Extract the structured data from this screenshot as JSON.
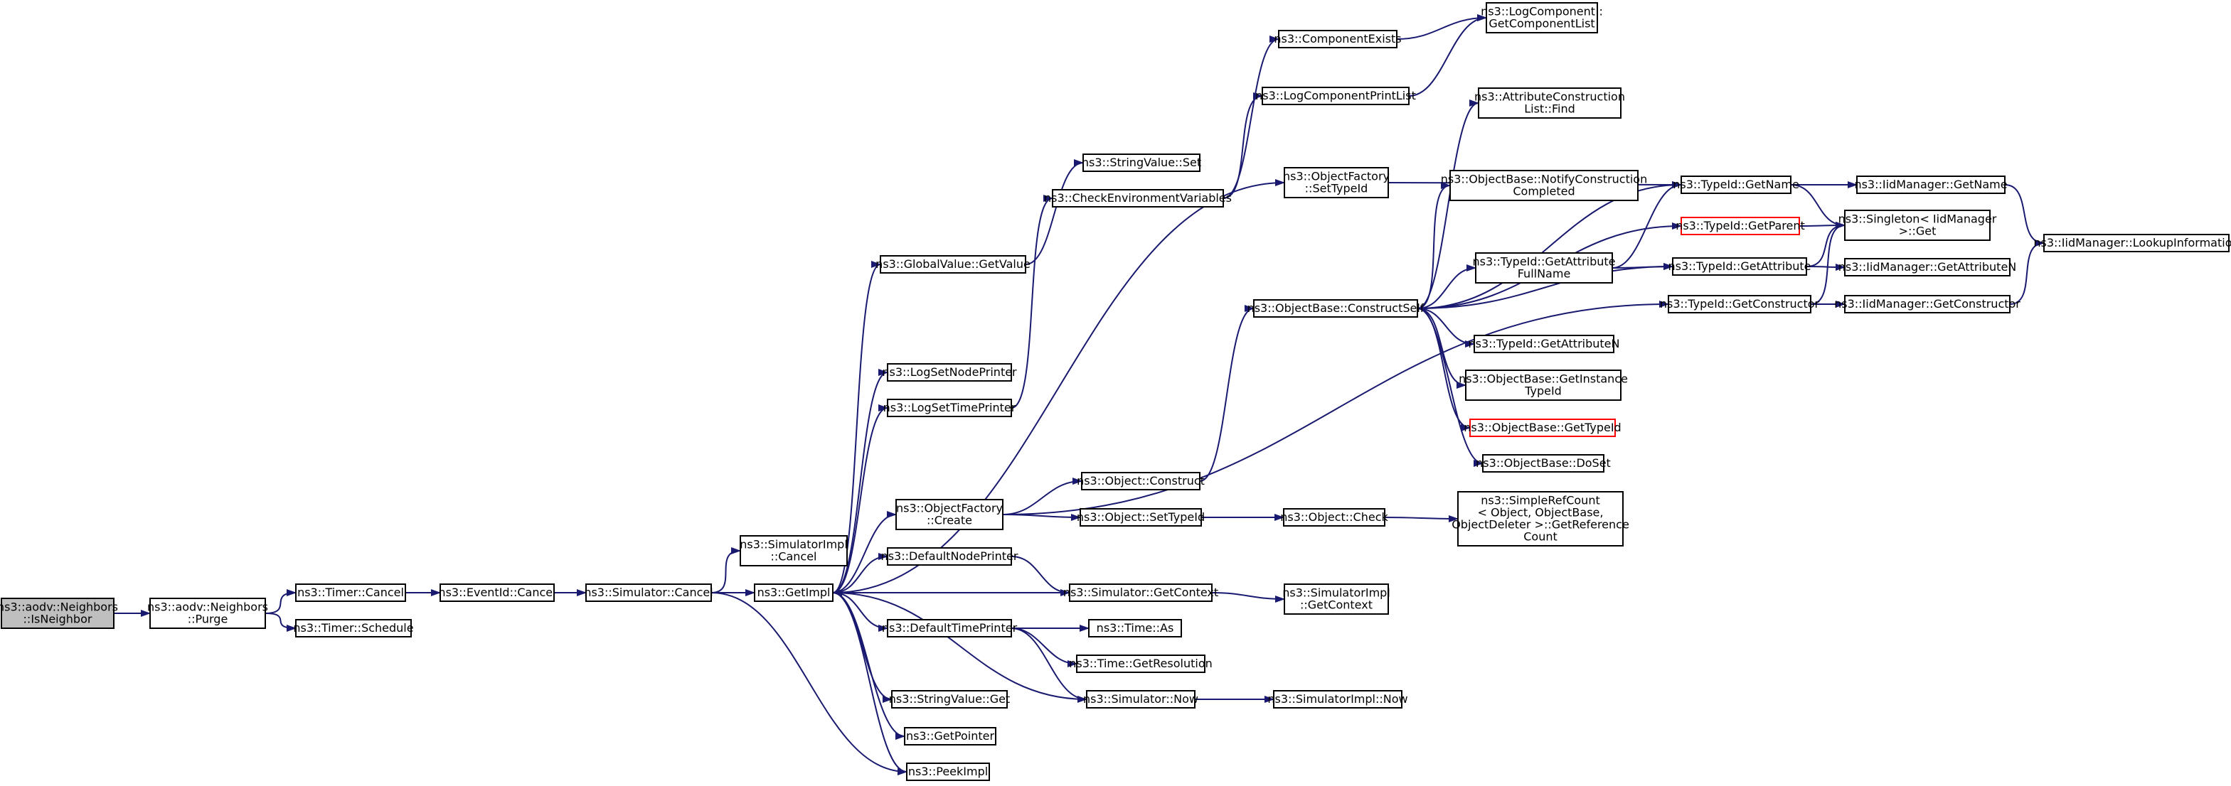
{
  "diagram": {
    "title": "",
    "colors": {
      "edge": "#191970",
      "root_fill": "#bfbfbf",
      "node_border": "#000000",
      "truncated_border": "#ff0000",
      "background": "#ffffff"
    },
    "nodes": [
      {
        "id": "isneighbor",
        "lines": [
          "ns3::aodv::Neighbors",
          "::IsNeighbor"
        ],
        "style": "root"
      },
      {
        "id": "purge",
        "lines": [
          "ns3::aodv::Neighbors",
          "::Purge"
        ]
      },
      {
        "id": "timer_cancel",
        "lines": [
          "ns3::Timer::Cancel"
        ]
      },
      {
        "id": "timer_schedule",
        "lines": [
          "ns3::Timer::Schedule"
        ]
      },
      {
        "id": "eventid_cancel",
        "lines": [
          "ns3::EventId::Cancel"
        ]
      },
      {
        "id": "sim_cancel",
        "lines": [
          "ns3::Simulator::Cancel"
        ]
      },
      {
        "id": "simimpl_cancel",
        "lines": [
          "ns3::SimulatorImpl",
          "::Cancel"
        ]
      },
      {
        "id": "getimpl",
        "lines": [
          "ns3::GetImpl"
        ]
      },
      {
        "id": "globalvalue_getvalue",
        "lines": [
          "ns3::GlobalValue::GetValue"
        ]
      },
      {
        "id": "logsetnodeprinter",
        "lines": [
          "ns3::LogSetNodePrinter"
        ]
      },
      {
        "id": "logsettimeprinter",
        "lines": [
          "ns3::LogSetTimePrinter"
        ]
      },
      {
        "id": "objfactory_create",
        "lines": [
          "ns3::ObjectFactory",
          "::Create"
        ]
      },
      {
        "id": "defaultnodeprinter",
        "lines": [
          "ns3::DefaultNodePrinter"
        ]
      },
      {
        "id": "defaulttimeprinter",
        "lines": [
          "ns3::DefaultTimePrinter"
        ]
      },
      {
        "id": "stringvalue_get",
        "lines": [
          "ns3::StringValue::Get"
        ]
      },
      {
        "id": "getpointer",
        "lines": [
          "ns3::GetPointer"
        ]
      },
      {
        "id": "peekimpl",
        "lines": [
          "ns3::PeekImpl"
        ]
      },
      {
        "id": "stringvalue_set",
        "lines": [
          "ns3::StringValue::Set"
        ]
      },
      {
        "id": "checkenv",
        "lines": [
          "ns3::CheckEnvironmentVariables"
        ]
      },
      {
        "id": "object_construct",
        "lines": [
          "ns3::Object::Construct"
        ]
      },
      {
        "id": "object_settypeid",
        "lines": [
          "ns3::Object::SetTypeId"
        ]
      },
      {
        "id": "sim_getcontext",
        "lines": [
          "ns3::Simulator::GetContext"
        ]
      },
      {
        "id": "time_as",
        "lines": [
          "ns3::Time::As"
        ]
      },
      {
        "id": "time_getresolution",
        "lines": [
          "ns3::Time::GetResolution"
        ]
      },
      {
        "id": "sim_now",
        "lines": [
          "ns3::Simulator::Now"
        ]
      },
      {
        "id": "componentexists",
        "lines": [
          "ns3::ComponentExists"
        ]
      },
      {
        "id": "logcomponentprintlist",
        "lines": [
          "ns3::LogComponentPrintList"
        ]
      },
      {
        "id": "objfactory_settypeid",
        "lines": [
          "ns3::ObjectFactory",
          "::SetTypeId"
        ]
      },
      {
        "id": "objbase_constructself",
        "lines": [
          "ns3::ObjectBase::ConstructSelf"
        ]
      },
      {
        "id": "object_check",
        "lines": [
          "ns3::Object::Check"
        ]
      },
      {
        "id": "simimpl_getcontext",
        "lines": [
          "ns3::SimulatorImpl",
          "::GetContext"
        ]
      },
      {
        "id": "simimpl_now",
        "lines": [
          "ns3::SimulatorImpl::Now"
        ]
      },
      {
        "id": "logcomponent_getlist",
        "lines": [
          "ns3::LogComponent::",
          "GetComponentList"
        ]
      },
      {
        "id": "attrconstruction_find",
        "lines": [
          "ns3::AttributeConstruction",
          "List::Find"
        ]
      },
      {
        "id": "objbase_notify",
        "lines": [
          "ns3::ObjectBase::NotifyConstruction",
          "Completed"
        ]
      },
      {
        "id": "typeid_getattrfullname",
        "lines": [
          "ns3::TypeId::GetAttribute",
          "FullName"
        ]
      },
      {
        "id": "typeid_getattributen",
        "lines": [
          "ns3::TypeId::GetAttributeN"
        ]
      },
      {
        "id": "objbase_getinstancetypeid",
        "lines": [
          "ns3::ObjectBase::GetInstance",
          "TypeId"
        ]
      },
      {
        "id": "objbase_gettypeid",
        "lines": [
          "ns3::ObjectBase::GetTypeId"
        ],
        "style": "truncated"
      },
      {
        "id": "objbase_doset",
        "lines": [
          "ns3::ObjectBase::DoSet"
        ]
      },
      {
        "id": "simplerefcount",
        "lines": [
          "ns3::SimpleRefCount",
          "< Object, ObjectBase,",
          " ObjectDeleter >::GetReference",
          "Count"
        ]
      },
      {
        "id": "typeid_getname",
        "lines": [
          "ns3::TypeId::GetName"
        ]
      },
      {
        "id": "typeid_getparent",
        "lines": [
          "ns3::TypeId::GetParent"
        ],
        "style": "truncated"
      },
      {
        "id": "typeid_getattribute",
        "lines": [
          "ns3::TypeId::GetAttribute"
        ]
      },
      {
        "id": "typeid_getconstructor",
        "lines": [
          "ns3::TypeId::GetConstructor"
        ]
      },
      {
        "id": "iidmgr_getname",
        "lines": [
          "ns3::IidManager::GetName"
        ]
      },
      {
        "id": "singleton_get",
        "lines": [
          "ns3::Singleton< IidManager",
          " >::Get"
        ]
      },
      {
        "id": "iidmgr_getattributen",
        "lines": [
          "ns3::IidManager::GetAttributeN"
        ]
      },
      {
        "id": "iidmgr_getconstructor",
        "lines": [
          "ns3::IidManager::GetConstructor"
        ]
      },
      {
        "id": "iidmgr_lookup",
        "lines": [
          "ns3::IidManager::LookupInformation"
        ]
      }
    ],
    "edges": [
      [
        "isneighbor",
        "purge"
      ],
      [
        "purge",
        "timer_cancel"
      ],
      [
        "purge",
        "timer_schedule"
      ],
      [
        "timer_cancel",
        "eventid_cancel"
      ],
      [
        "eventid_cancel",
        "sim_cancel"
      ],
      [
        "sim_cancel",
        "simimpl_cancel"
      ],
      [
        "sim_cancel",
        "getimpl"
      ],
      [
        "sim_cancel",
        "peekimpl"
      ],
      [
        "getimpl",
        "globalvalue_getvalue"
      ],
      [
        "getimpl",
        "logsetnodeprinter"
      ],
      [
        "getimpl",
        "logsettimeprinter"
      ],
      [
        "getimpl",
        "objfactory_settypeid"
      ],
      [
        "getimpl",
        "objfactory_create"
      ],
      [
        "getimpl",
        "defaultnodeprinter"
      ],
      [
        "getimpl",
        "defaulttimeprinter"
      ],
      [
        "getimpl",
        "stringvalue_get"
      ],
      [
        "getimpl",
        "getpointer"
      ],
      [
        "getimpl",
        "peekimpl"
      ],
      [
        "globalvalue_getvalue",
        "stringvalue_set"
      ],
      [
        "logsettimeprinter",
        "checkenv"
      ],
      [
        "checkenv",
        "componentexists"
      ],
      [
        "checkenv",
        "logcomponentprintlist"
      ],
      [
        "componentexists",
        "logcomponent_getlist"
      ],
      [
        "logcomponentprintlist",
        "logcomponent_getlist"
      ],
      [
        "objfactory_settypeid",
        "typeid_getname"
      ],
      [
        "objfactory_create",
        "object_construct"
      ],
      [
        "objfactory_create",
        "object_settypeid"
      ],
      [
        "objfactory_create",
        "typeid_getconstructor"
      ],
      [
        "object_construct",
        "objbase_constructself"
      ],
      [
        "object_settypeid",
        "object_check"
      ],
      [
        "object_check",
        "simplerefcount"
      ],
      [
        "defaultnodeprinter",
        "sim_getcontext"
      ],
      [
        "sim_getcontext",
        "getimpl"
      ],
      [
        "sim_getcontext",
        "simimpl_getcontext"
      ],
      [
        "defaulttimeprinter",
        "time_as"
      ],
      [
        "defaulttimeprinter",
        "time_getresolution"
      ],
      [
        "defaulttimeprinter",
        "sim_now"
      ],
      [
        "sim_now",
        "getimpl"
      ],
      [
        "sim_now",
        "simimpl_now"
      ],
      [
        "objbase_constructself",
        "attrconstruction_find"
      ],
      [
        "objbase_constructself",
        "typeid_getname"
      ],
      [
        "objbase_constructself",
        "objbase_notify"
      ],
      [
        "objbase_constructself",
        "typeid_getparent"
      ],
      [
        "objbase_constructself",
        "typeid_getattrfullname"
      ],
      [
        "objbase_constructself",
        "typeid_getattribute"
      ],
      [
        "objbase_constructself",
        "typeid_getattributen"
      ],
      [
        "objbase_constructself",
        "objbase_getinstancetypeid"
      ],
      [
        "objbase_constructself",
        "objbase_gettypeid"
      ],
      [
        "objbase_constructself",
        "objbase_doset"
      ],
      [
        "typeid_getattrfullname",
        "typeid_getname"
      ],
      [
        "typeid_getattrfullname",
        "typeid_getattribute"
      ],
      [
        "typeid_getname",
        "iidmgr_getname"
      ],
      [
        "typeid_getname",
        "singleton_get"
      ],
      [
        "typeid_getparent",
        "singleton_get"
      ],
      [
        "typeid_getattribute",
        "singleton_get"
      ],
      [
        "typeid_getattribute",
        "iidmgr_getattributen"
      ],
      [
        "typeid_getconstructor",
        "singleton_get"
      ],
      [
        "typeid_getconstructor",
        "iidmgr_getconstructor"
      ],
      [
        "iidmgr_getname",
        "iidmgr_lookup"
      ],
      [
        "iidmgr_getconstructor",
        "iidmgr_lookup"
      ]
    ]
  }
}
